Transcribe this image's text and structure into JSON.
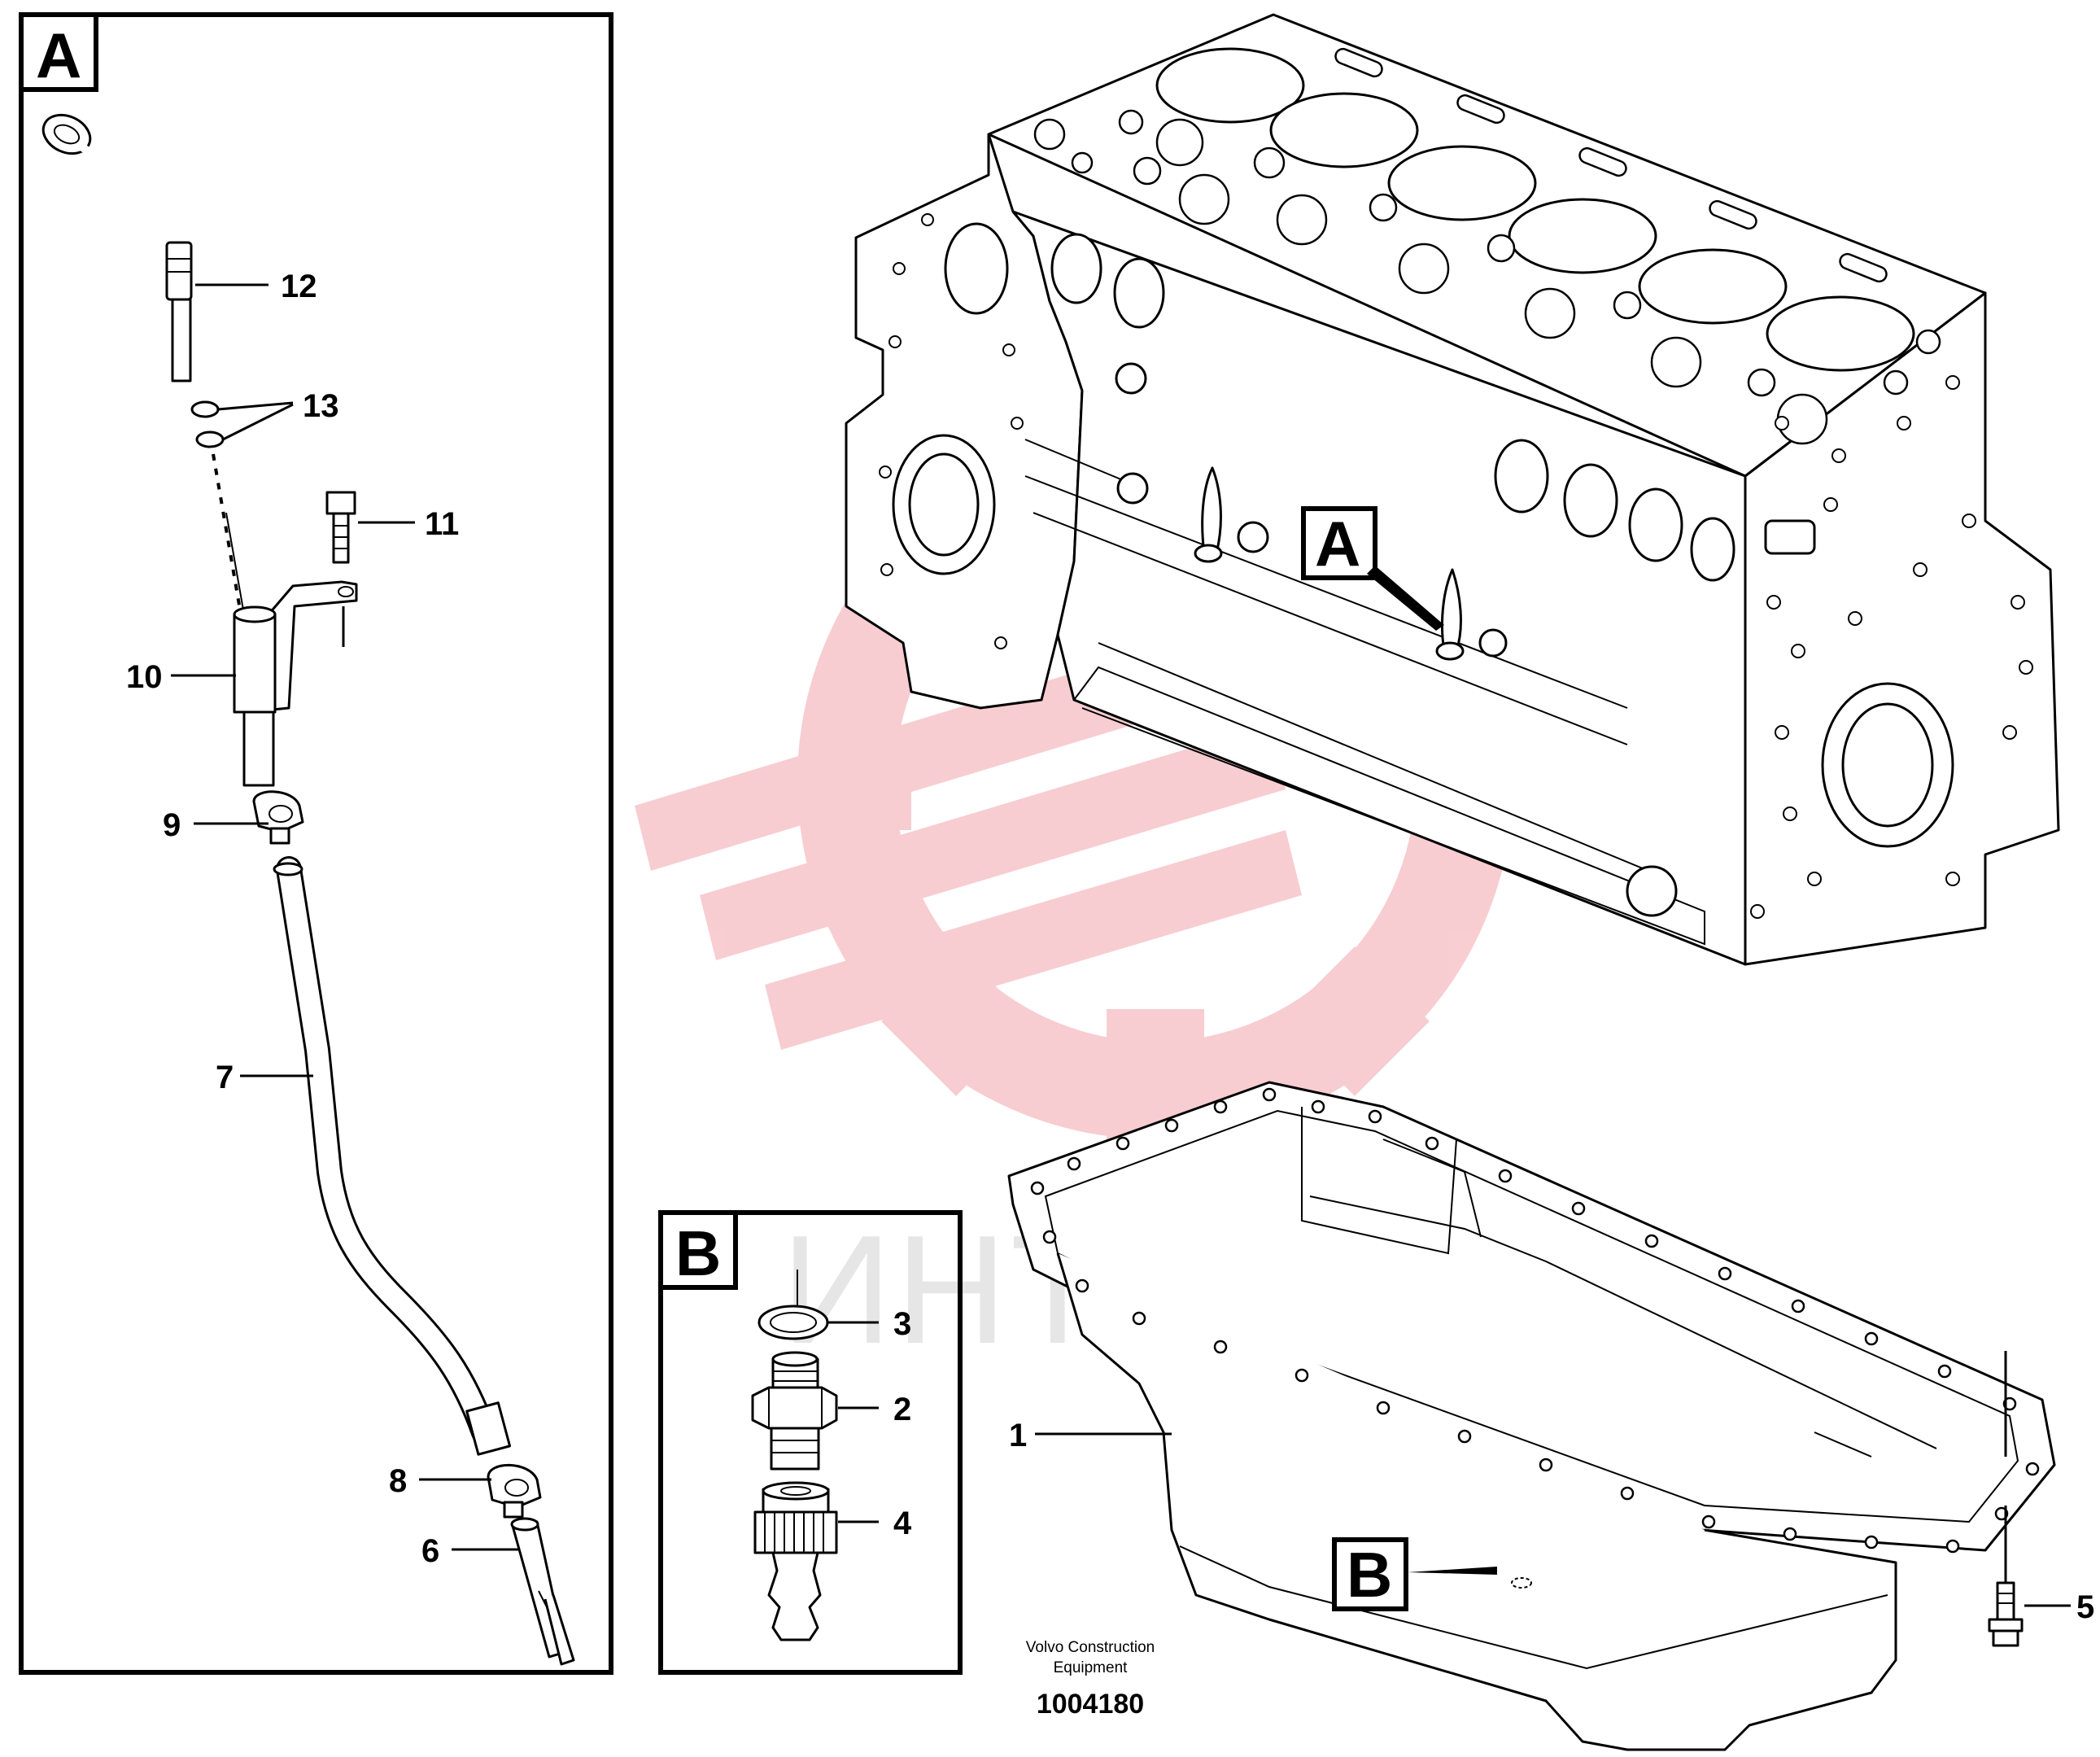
{
  "panels": {
    "a_letter": "A",
    "b_letter": "B"
  },
  "callouts": {
    "engine_a": "A",
    "pan_b": "B"
  },
  "labels": {
    "p1": "1",
    "p2": "2",
    "p3": "3",
    "p4": "4",
    "p5": "5",
    "p6": "6",
    "p7": "7",
    "p8": "8",
    "p9": "9",
    "p10": "10",
    "p11": "11",
    "p12": "12",
    "p13": "13"
  },
  "footer": {
    "company_line1": "Volvo Construction",
    "company_line2": "Equipment",
    "part_number": "1004180"
  },
  "watermark": {
    "text": "ИНТЕХ",
    "color": "#f4b8bd"
  }
}
